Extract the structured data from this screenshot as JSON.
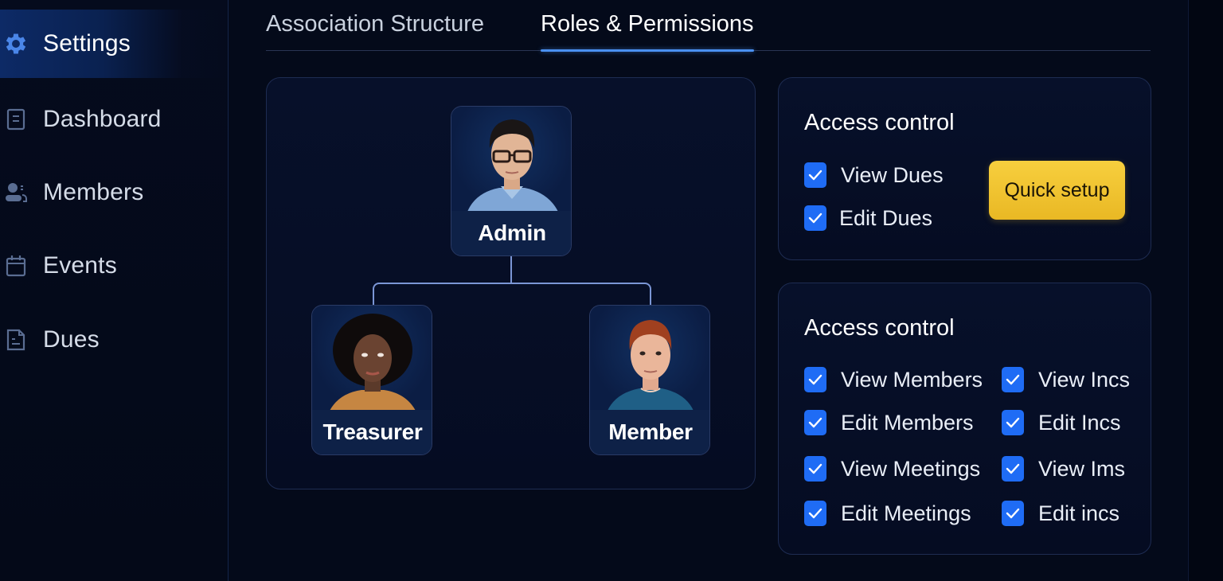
{
  "sidebar": {
    "items": [
      {
        "label": "Settings",
        "icon": "gear-icon",
        "active": true
      },
      {
        "label": "Dashboard",
        "icon": "document-icon",
        "active": false
      },
      {
        "label": "Members",
        "icon": "users-icon",
        "active": false
      },
      {
        "label": "Events",
        "icon": "calendar-icon",
        "active": false
      },
      {
        "label": "Dues",
        "icon": "invoice-icon",
        "active": false
      }
    ]
  },
  "tabs": [
    {
      "label": "Association Structure",
      "active": false
    },
    {
      "label": "Roles & Permissions",
      "active": true
    }
  ],
  "org_chart": {
    "root": {
      "label": "Admin"
    },
    "children": [
      {
        "label": "Treasurer"
      },
      {
        "label": "Member"
      }
    ]
  },
  "access_control_1": {
    "title": "Access control",
    "items": [
      {
        "label": "View Dues",
        "checked": true
      },
      {
        "label": "Edit Dues",
        "checked": true
      }
    ],
    "quick_setup_label": "Quick setup"
  },
  "access_control_2": {
    "title": "Access control",
    "left": [
      {
        "label": "View Members",
        "checked": true
      },
      {
        "label": "Edit Members",
        "checked": true
      },
      {
        "label": "View Meetings",
        "checked": true
      },
      {
        "label": "Edit Meetings",
        "checked": true
      }
    ],
    "right": [
      {
        "label": "View Incs",
        "checked": true
      },
      {
        "label": "Edit Incs",
        "checked": true
      },
      {
        "label": "View Ims",
        "checked": true
      },
      {
        "label": "Edit incs",
        "checked": true
      }
    ]
  },
  "colors": {
    "accent": "#4a90f0",
    "checkbox": "#1f6cf5",
    "quick_setup": "#f2c431",
    "background": "#040a1a"
  }
}
